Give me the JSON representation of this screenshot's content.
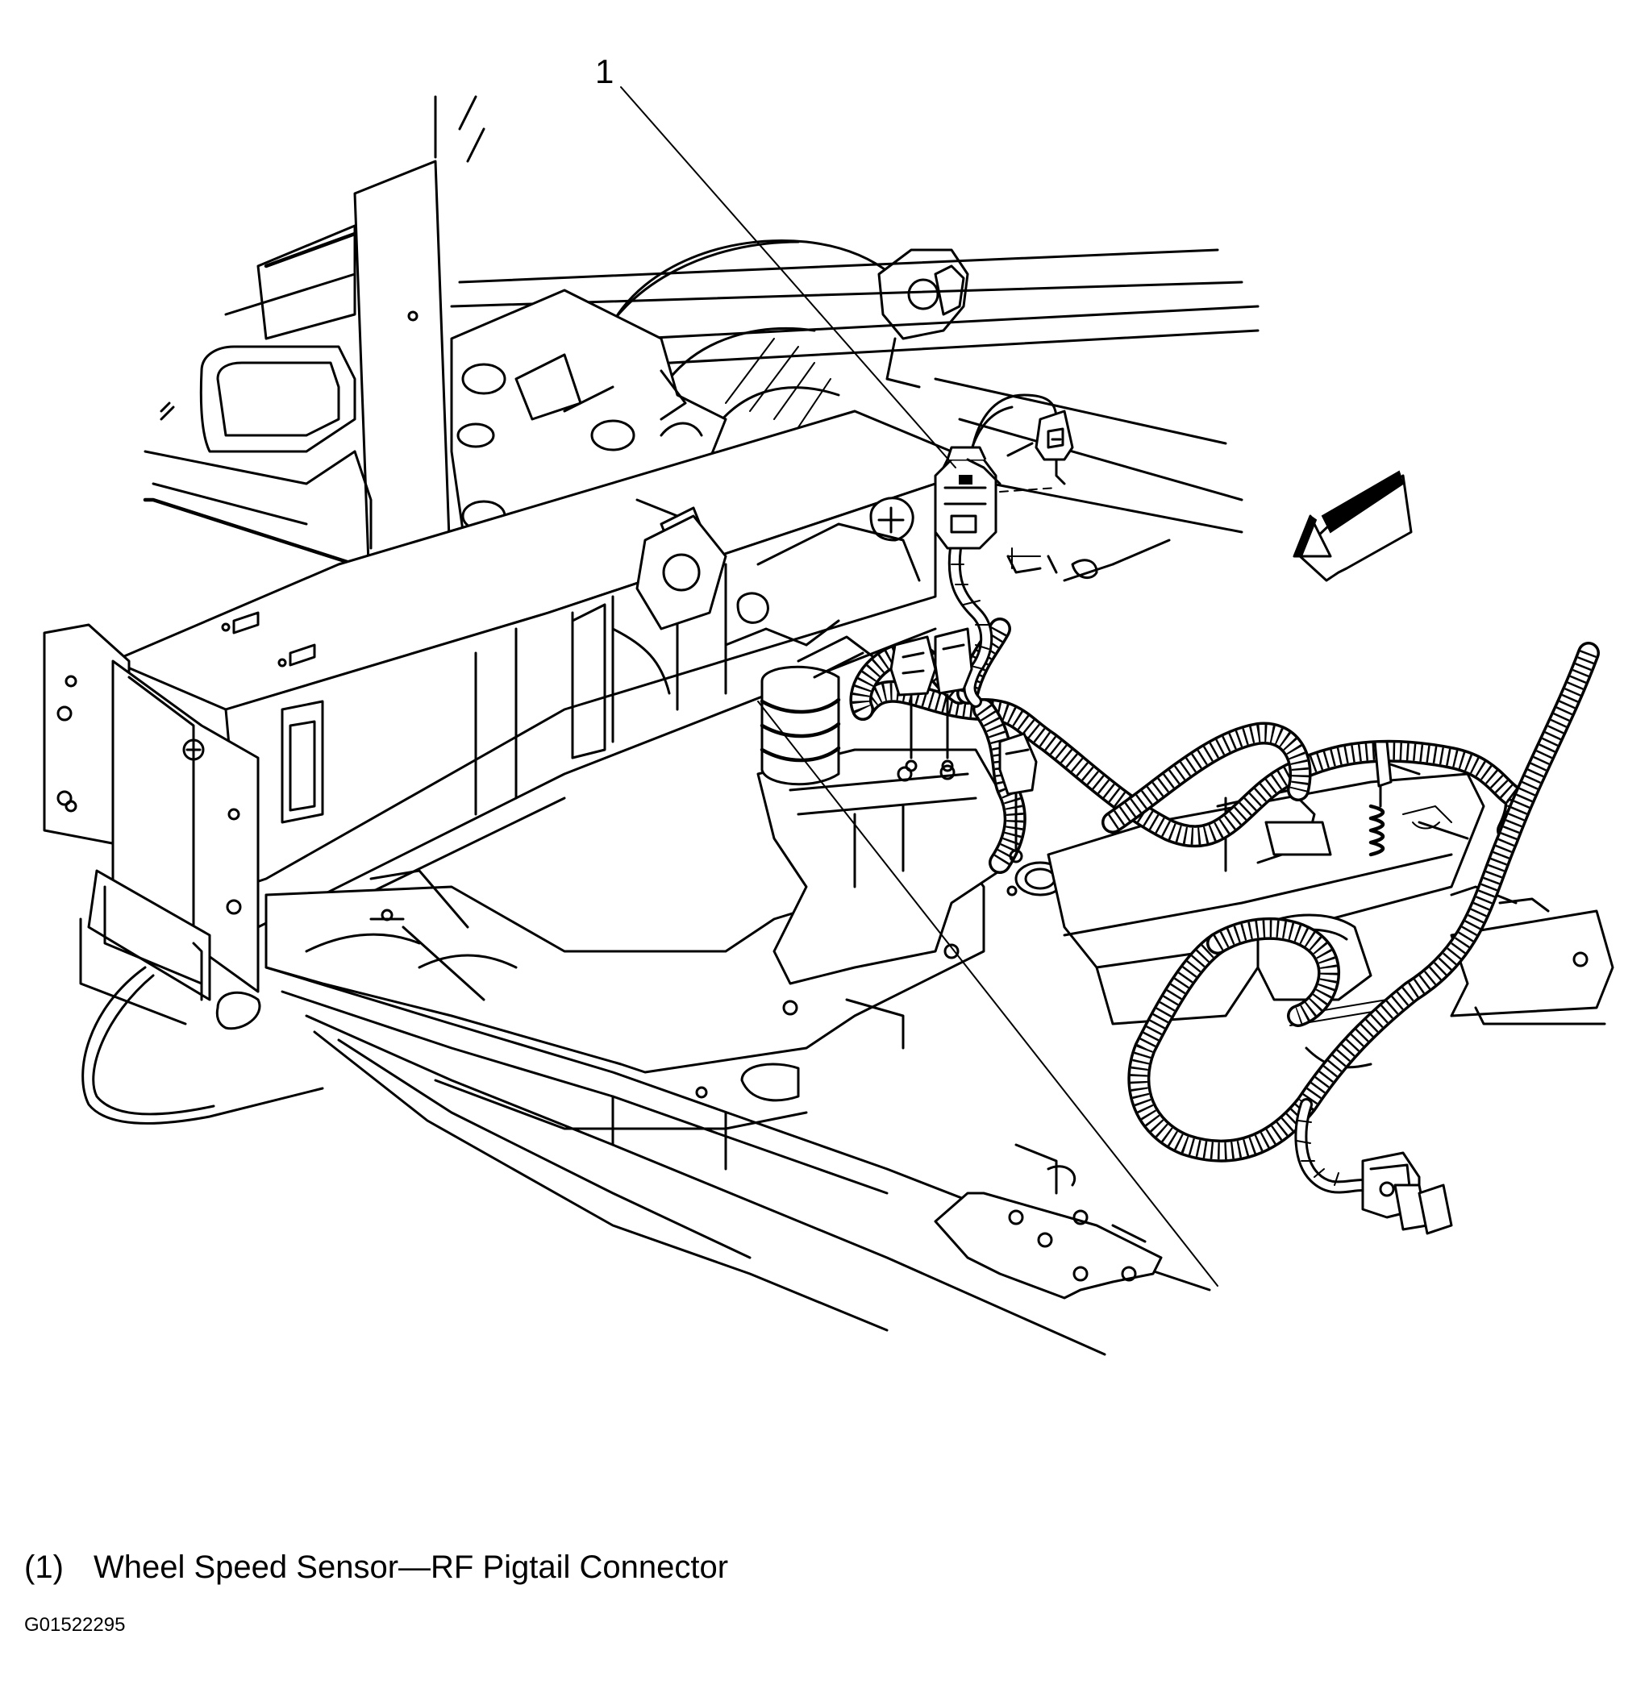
{
  "callout": {
    "number": "1"
  },
  "legend": [
    {
      "number": "(1)",
      "text": "Wheel Speed Sensor—RF Pigtail Connector"
    }
  ],
  "figure_id": "G01522295",
  "icons": [
    "direction-arrow-icon"
  ],
  "colors": {
    "ink": "#000000",
    "paper": "#ffffff"
  }
}
